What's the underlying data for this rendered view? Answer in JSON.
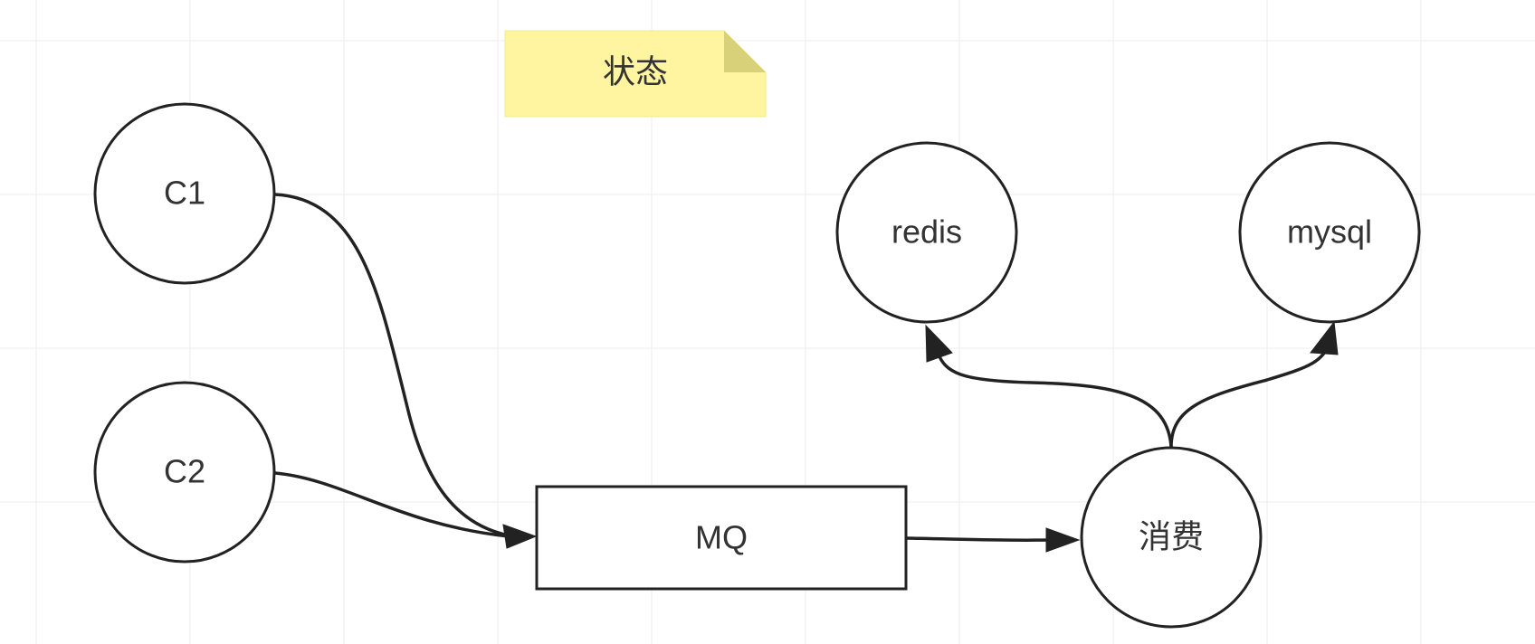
{
  "diagram": {
    "note": {
      "label": "状态",
      "fill": "#fff5a0"
    },
    "nodes": {
      "c1": {
        "label": "C1"
      },
      "c2": {
        "label": "C2"
      },
      "mq": {
        "label": "MQ"
      },
      "consume": {
        "label": "消费"
      },
      "redis": {
        "label": "redis"
      },
      "mysql": {
        "label": "mysql"
      }
    },
    "edges": [
      {
        "from": "C1",
        "to": "MQ"
      },
      {
        "from": "C2",
        "to": "MQ"
      },
      {
        "from": "MQ",
        "to": "消费"
      },
      {
        "from": "消费",
        "to": "redis"
      },
      {
        "from": "消费",
        "to": "mysql"
      }
    ],
    "colors": {
      "stroke": "#222222",
      "text": "#333333",
      "background": "#ffffff"
    }
  }
}
